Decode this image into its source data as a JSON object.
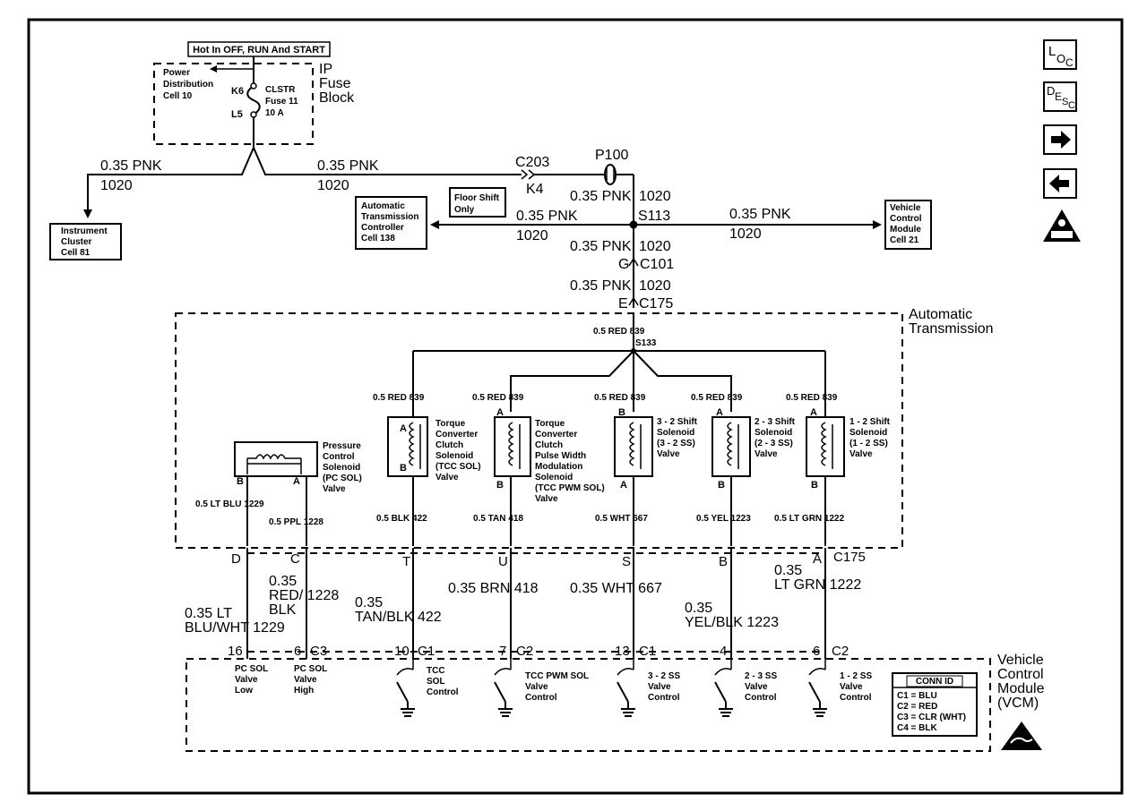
{
  "fuse": {
    "hot_label": "Hot In OFF, RUN And START",
    "pdc_lines": [
      "Power",
      "Distribution",
      "Cell 10"
    ],
    "k6": "K6",
    "l5": "L5",
    "fuse_lines": [
      "CLSTR",
      "Fuse 11",
      "10 A"
    ],
    "ip_lines": [
      "IP",
      "Fuse",
      "Block"
    ]
  },
  "wires": {
    "pnk_left": "0.35 PNK",
    "num_left": "1020",
    "pnk_mid": "0.35 PNK",
    "num_mid": "1020",
    "c203": "C203",
    "k4": "K4",
    "p100": "P100",
    "pnk_vert1": "0.35 PNK",
    "num_vert1": "1020",
    "s113": "S113",
    "pnk_atc": "0.35 PNK",
    "num_atc": "1020",
    "pnk_vcm": "0.35 PNK",
    "num_vcm": "1020",
    "pnk_vert2": "0.35 PNK",
    "num_vert2": "1020",
    "g_pin": "G",
    "c101": "C101",
    "pnk_vert3": "0.35 PNK",
    "num_vert3": "1020",
    "e_pin": "E",
    "c175": "C175"
  },
  "boxes": {
    "instrument_lines": [
      "Instrument",
      "Cluster",
      "Cell 81"
    ],
    "floor_shift_lines": [
      "Floor Shift",
      "Only"
    ],
    "atc_lines": [
      "Automatic",
      "Transmission",
      "Controller",
      "Cell 138"
    ],
    "vcm_ref_lines": [
      "Vehicle",
      "Control",
      "Module",
      "Cell 21"
    ]
  },
  "transmission": {
    "label_lines": [
      "Automatic",
      "Transmission"
    ],
    "feed": "0.5 RED  839",
    "s133": "S133",
    "pcsol_lines": [
      "Pressure",
      "Control",
      "Solenoid",
      "(PC SOL)",
      "Valve"
    ],
    "tcc_lines": [
      "Torque",
      "Converter",
      "Clutch",
      "Solenoid",
      "(TCC SOL)",
      "Valve"
    ],
    "tccpwm_lines": [
      "Torque",
      "Converter",
      "Clutch",
      "Pulse Width",
      "Modulation",
      "Solenoid",
      "(TCC PWM SOL)",
      "Valve"
    ],
    "ss32_lines": [
      "3 - 2 Shift",
      "Solenoid",
      "(3 - 2 SS)",
      "Valve"
    ],
    "ss23_lines": [
      "2 - 3 Shift",
      "Solenoid",
      "(2 - 3 SS)",
      "Valve"
    ],
    "ss12_lines": [
      "1 - 2 Shift",
      "Solenoid",
      "(1 - 2 SS)",
      "Valve"
    ],
    "red839": "0.5 RED  839",
    "pin_a": "A",
    "pin_b": "B",
    "pc_b_wire": "0.5 LT BLU  1229",
    "pc_a_wire": "0.5 PPL  1228",
    "tcc_wire": "0.5 BLK  422",
    "pwm_wire": "0.5 TAN  418",
    "ss32_wire": "0.5 WHT  667",
    "ss23_wire": "0.5 YEL  1223",
    "ss12_wire": "0.5 LT GRN  1222"
  },
  "c175_pins": {
    "d": "D",
    "c": "C",
    "t": "T",
    "u": "U",
    "s": "S",
    "b": "B",
    "a": "A",
    "label": "C175"
  },
  "lower_wires": {
    "ltblu_lines": [
      "0.35 LT",
      "BLU/WHT  1229"
    ],
    "redblk_lines": [
      "0.35",
      "RED/  1228",
      "BLK"
    ],
    "tanblk_lines": [
      "0.35",
      "TAN/BLK  422"
    ],
    "brn": "0.35 BRN  418",
    "wht": "0.35 WHT  667",
    "yelblk_lines": [
      "0.35",
      "YEL/BLK  1223"
    ],
    "ltgrn_lines": [
      "0.35",
      "LT GRN  1222"
    ]
  },
  "vcm_pins": {
    "p16": "16",
    "p6a": "6",
    "c3": "C3",
    "p10": "10",
    "c1a": "C1",
    "p7": "7",
    "c2a": "C2",
    "p13": "13",
    "c1b": "C1",
    "p4": "4",
    "p6b": "6",
    "c2b": "C2"
  },
  "vcm": {
    "label_lines": [
      "Vehicle",
      "Control",
      "Module",
      "(VCM)"
    ],
    "pc_low_lines": [
      "PC SOL",
      "Valve",
      "Low"
    ],
    "pc_high_lines": [
      "PC SOL",
      "Valve",
      "High"
    ],
    "tcc_lines": [
      "TCC",
      "SOL",
      "Control"
    ],
    "pwm_lines": [
      "TCC PWM SOL",
      "Valve",
      "Control"
    ],
    "ss32_lines": [
      "3 - 2 SS",
      "Valve",
      "Control"
    ],
    "ss23_lines": [
      "2 - 3 SS",
      "Valve",
      "Control"
    ],
    "ss12_lines": [
      "1 - 2 SS",
      "Valve",
      "Control"
    ]
  },
  "conn_id": {
    "title": "CONN ID",
    "rows": [
      "C1 = BLU",
      "C2 = RED",
      "C3 = CLR (WHT)",
      "C4 = BLK"
    ]
  },
  "nav": {
    "loc": "LOC",
    "desc": "DESC",
    "next_icon": "arrow-right-icon",
    "prev_icon": "arrow-left-icon",
    "tech_icon": "technician-tip-icon",
    "esd_icon": "esd-warning-icon"
  }
}
